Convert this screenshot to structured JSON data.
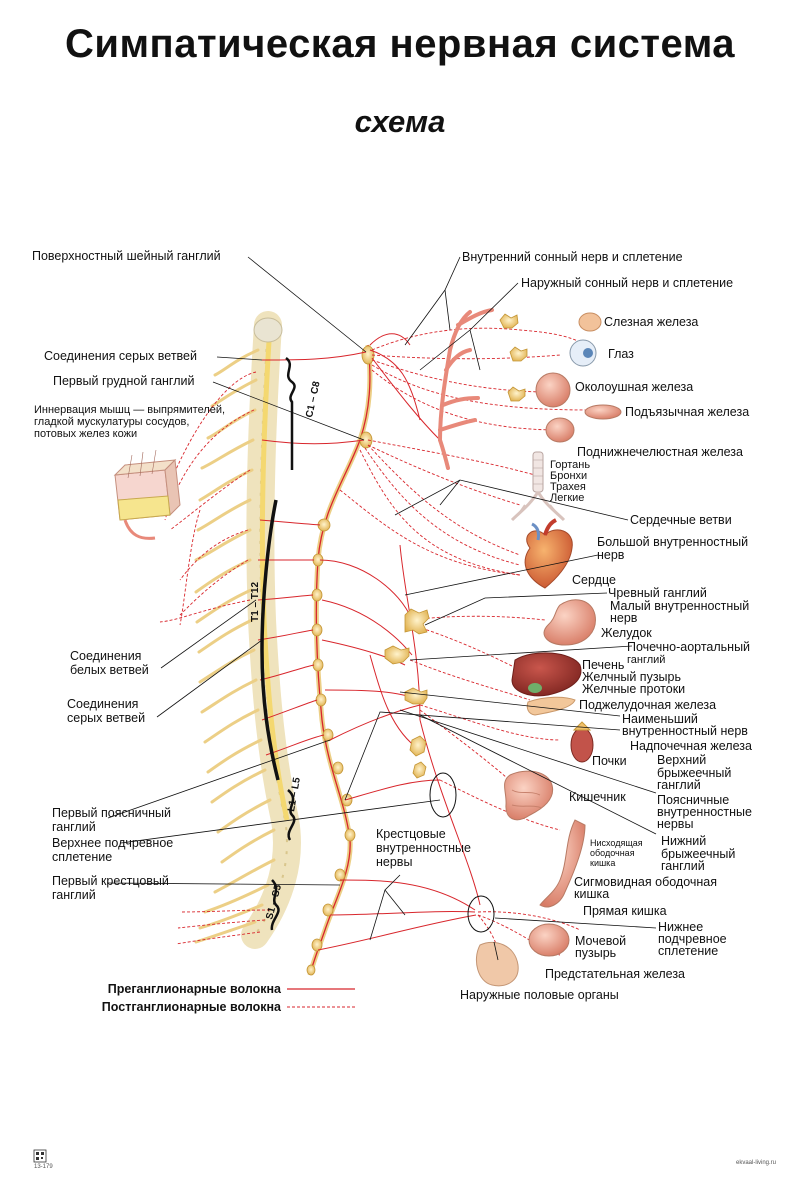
{
  "title": "Симпатическая нервная система",
  "subtitle": "схема",
  "segments": {
    "cervical": "C1 – C8",
    "thoracic": "T1 – T12",
    "lumbar": "L1 – L5",
    "sacral": "S1 – S5"
  },
  "labels": {
    "superficial_cervical_ganglion": "Поверхностный шейный ганглий",
    "gray_rami_1": "Соединения серых ветвей",
    "first_thoracic_ganglion": "Первый грудной ганглий",
    "skin_innervation_1": "Иннервация мышц — выпрямителей,",
    "skin_innervation_2": "гладкой мускулатуры сосудов,",
    "skin_innervation_3": "потовых желез кожи",
    "white_rami_1": "Соединения",
    "white_rami_2": "белых ветвей",
    "gray_rami_2a": "Соединения",
    "gray_rami_2b": "серых ветвей",
    "first_lumbar_ganglion_1": "Первый поясничный",
    "first_lumbar_ganglion_2": "ганглий",
    "superior_hypogastric_1": "Верхнее подчревное",
    "superior_hypogastric_2": "сплетение",
    "first_sacral_ganglion_1": "Первый крестцовый",
    "first_sacral_ganglion_2": "ганглий",
    "sacral_splanchnic_1": "Крестцовые",
    "sacral_splanchnic_2": "внутренностные",
    "sacral_splanchnic_3": "нервы",
    "internal_carotid": "Внутренний сонный нерв и сплетение",
    "external_carotid": "Наружный сонный нерв и сплетение",
    "lacrimal_gland": "Слезная железа",
    "eye": "Глаз",
    "parotid_gland": "Околоушная железа",
    "sublingual_gland": "Подъязычная железа",
    "submandibular_gland": "Поднижнечелюстная железа",
    "larynx": "Гортань",
    "bronchi": "Бронхи",
    "trachea": "Трахея",
    "lungs": "Легкие",
    "cardiac_branches": "Сердечные ветви",
    "greater_splanchnic_1": "Большой внутренностный",
    "greater_splanchnic_2": "нерв",
    "heart": "Сердце",
    "celiac_ganglion": "Чревный ганглий",
    "lesser_splanchnic_1": "Малый внутренностный",
    "lesser_splanchnic_2": "нерв",
    "stomach": "Желудок",
    "aorticorenal_1": "Почечно-аортальный",
    "aorticorenal_2": "ганглий",
    "liver": "Печень",
    "gallbladder": "Желчный пузырь",
    "bile_ducts": "Желчные протоки",
    "pancreas": "Поджелудочная железа",
    "least_splanchnic_1": "Наименьший",
    "least_splanchnic_2": "внутренностный нерв",
    "adrenal": "Надпочечная железа",
    "kidneys": "Почки",
    "sup_mesenteric_1": "Верхний",
    "sup_mesenteric_2": "брыжеечный",
    "sup_mesenteric_3": "ганглий",
    "intestine": "Кишечник",
    "lumbar_splanchnic_1": "Поясничные",
    "lumbar_splanchnic_2": "внутренностные",
    "lumbar_splanchnic_3": "нервы",
    "desc_colon_1": "Нисходящая",
    "desc_colon_2": "ободочная",
    "desc_colon_3": "кишка",
    "inf_mesenteric_1": "Нижний",
    "inf_mesenteric_2": "брыжеечный",
    "inf_mesenteric_3": "ганглий",
    "sigmoid_1": "Сигмовидная ободочная",
    "sigmoid_2": "кишка",
    "rectum": "Прямая кишка",
    "inf_hypogastric_1": "Нижнее",
    "inf_hypogastric_2": "подчревное",
    "inf_hypogastric_3": "сплетение",
    "bladder_1": "Мочевой",
    "bladder_2": "пузырь",
    "prostate": "Предстательная железа",
    "genitals": "Наружные половые органы"
  },
  "legend": {
    "preganglionic": "Преганглионарные волокна",
    "postganglionic": "Постганглионарные волокна"
  },
  "footer": {
    "code": "13-179",
    "site": "ekvaal-living.ru"
  },
  "colors": {
    "nerve": "#d8262c",
    "bone": "#e8d9a8",
    "ganglion": "#f0c76a",
    "organ": "#e79a86"
  }
}
